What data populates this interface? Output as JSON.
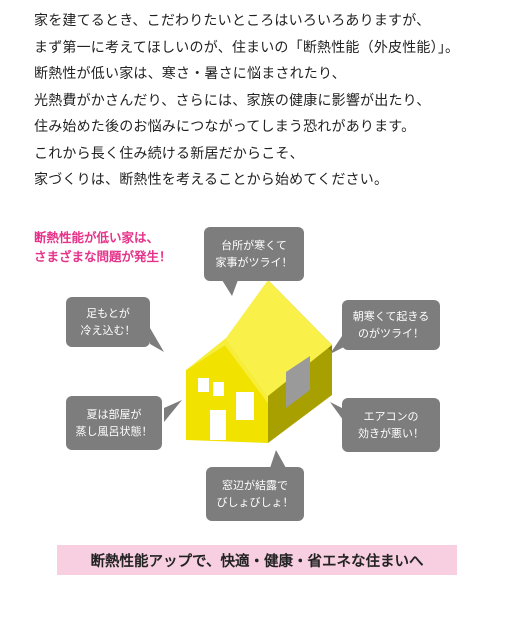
{
  "intro": {
    "lines": [
      "家を建てるとき、こだわりたいところはいろいろありますが、",
      "まず第一に考えてほしいのが、住まいの「断熱性能（外皮性能）」。",
      "断熱性が低い家は、寒さ・暑さに悩まされたり、",
      "光熱費がかさんだり、さらには、家族の健康に影響が出たり、",
      "住み始めた後のお悩みにつながってしまう恐れがあります。",
      "これから長く住み続ける新居だからこそ、",
      "家づくりは、断熱性を考えることから始めてください。"
    ]
  },
  "note": {
    "line1": "断熱性能が低い家は、",
    "line2": "さまざまな問題が発生！"
  },
  "bubbles": {
    "kitchen": {
      "line1": "台所が寒くて",
      "line2": "家事がツライ！"
    },
    "feet": {
      "line1": "足もとが",
      "line2": "冷え込む！"
    },
    "morning": {
      "line1": "朝寒くて起きる",
      "line2": "のがツライ！"
    },
    "summer": {
      "line1": "夏は部屋が",
      "line2": "蒸し風呂状態！"
    },
    "aircon": {
      "line1": "エアコンの",
      "line2": "効きが悪い！"
    },
    "window": {
      "line1": "窓辺が結露で",
      "line2": "びしょびしょ！"
    }
  },
  "banner": {
    "text": "断熱性能アップで、快適・健康・省エネな住まいへ"
  },
  "colors": {
    "accent_pink": "#e6338a",
    "bubble_gray": "#7d7d7d",
    "house_yellow": "#f2e200",
    "banner_bg": "#f7cfe0"
  }
}
